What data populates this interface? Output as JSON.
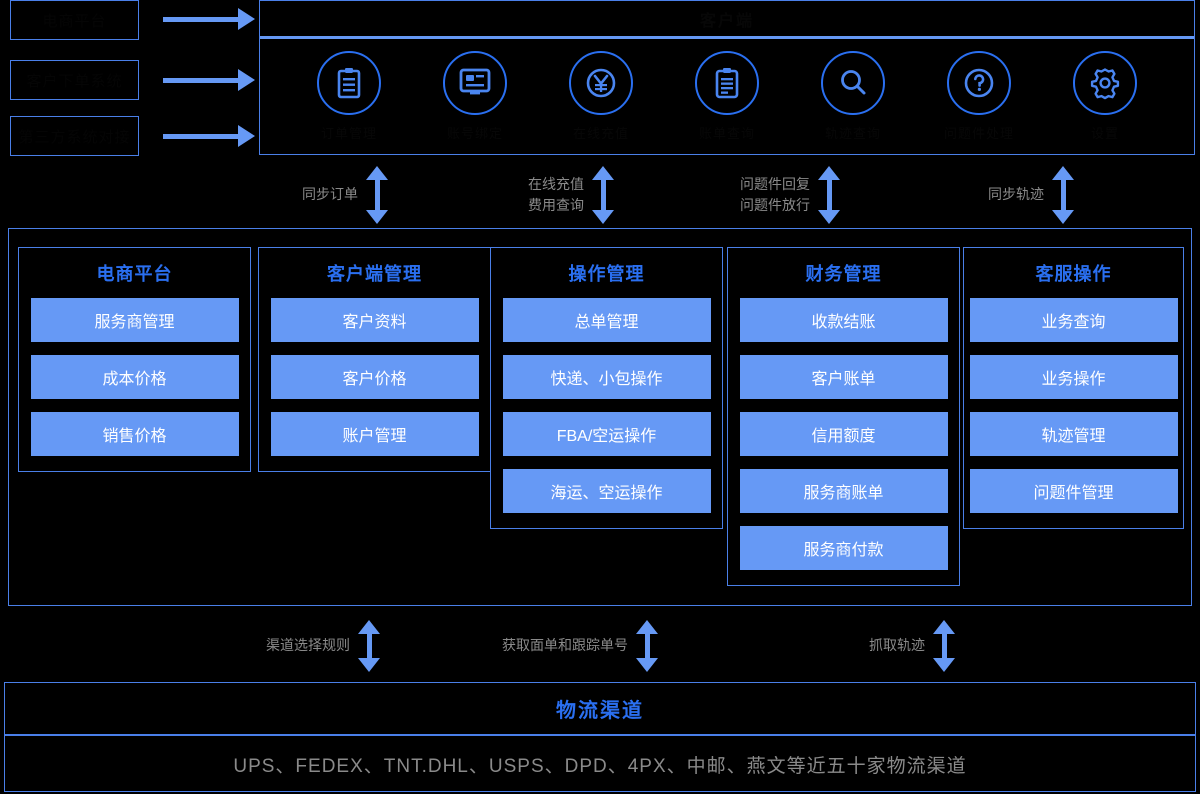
{
  "sources": [
    {
      "label": "电商平台"
    },
    {
      "label": "客户下单系统"
    },
    {
      "label": "第三方系统对接"
    }
  ],
  "arrows_in": [
    {
      "name": "arrow-source-1"
    },
    {
      "name": "arrow-source-2"
    },
    {
      "name": "arrow-source-3"
    }
  ],
  "top_panel": {
    "title": "客户端",
    "icons": [
      {
        "icon": "document-icon",
        "label": "订单管理"
      },
      {
        "icon": "monitor-icon",
        "label": "账号绑定"
      },
      {
        "icon": "yen-icon",
        "label": "在线充值"
      },
      {
        "icon": "clipboard-icon",
        "label": "账单查询"
      },
      {
        "icon": "search-icon",
        "label": "轨迹查询"
      },
      {
        "icon": "question-icon",
        "label": "问题件处理"
      },
      {
        "icon": "gear-icon",
        "label": "设置"
      }
    ]
  },
  "top_flows": [
    {
      "captions": [
        "同步订单"
      ]
    },
    {
      "captions": [
        "在线充值",
        "费用查询"
      ]
    },
    {
      "captions": [
        "问题件回复",
        "问题件放行"
      ]
    },
    {
      "captions": [
        "同步轨迹"
      ]
    }
  ],
  "columns": [
    {
      "title": "电商平台",
      "items": [
        "服务商管理",
        "成本价格",
        "销售价格"
      ]
    },
    {
      "title": "客户端管理",
      "items": [
        "客户资料",
        "客户价格",
        "账户管理"
      ]
    },
    {
      "title": "操作管理",
      "items": [
        "总单管理",
        "快递、小包操作",
        "FBA/空运操作",
        "海运、空运操作"
      ]
    },
    {
      "title": "财务管理",
      "items": [
        "收款结账",
        "客户账单",
        "信用额度",
        "服务商账单",
        "服务商付款"
      ]
    },
    {
      "title": "客服操作",
      "items": [
        "业务查询",
        "业务操作",
        "轨迹管理",
        "问题件管理"
      ]
    }
  ],
  "bottom_flows": [
    {
      "captions": [
        "渠道选择规则"
      ]
    },
    {
      "captions": [
        "获取面单和跟踪单号"
      ]
    },
    {
      "captions": [
        "抓取轨迹"
      ]
    }
  ],
  "bottom_panel": {
    "title": "物流渠道",
    "carriers": "UPS、FEDEX、TNT.DHL、USPS、DPD、4PX、中邮、燕文等近五十家物流渠道"
  },
  "colors": {
    "background": "#000000",
    "border_blue": "#4a7fe8",
    "accent_blue": "#2a6ff0",
    "chip_blue": "#6699f5",
    "caption_gray": "#8a8a8a"
  }
}
